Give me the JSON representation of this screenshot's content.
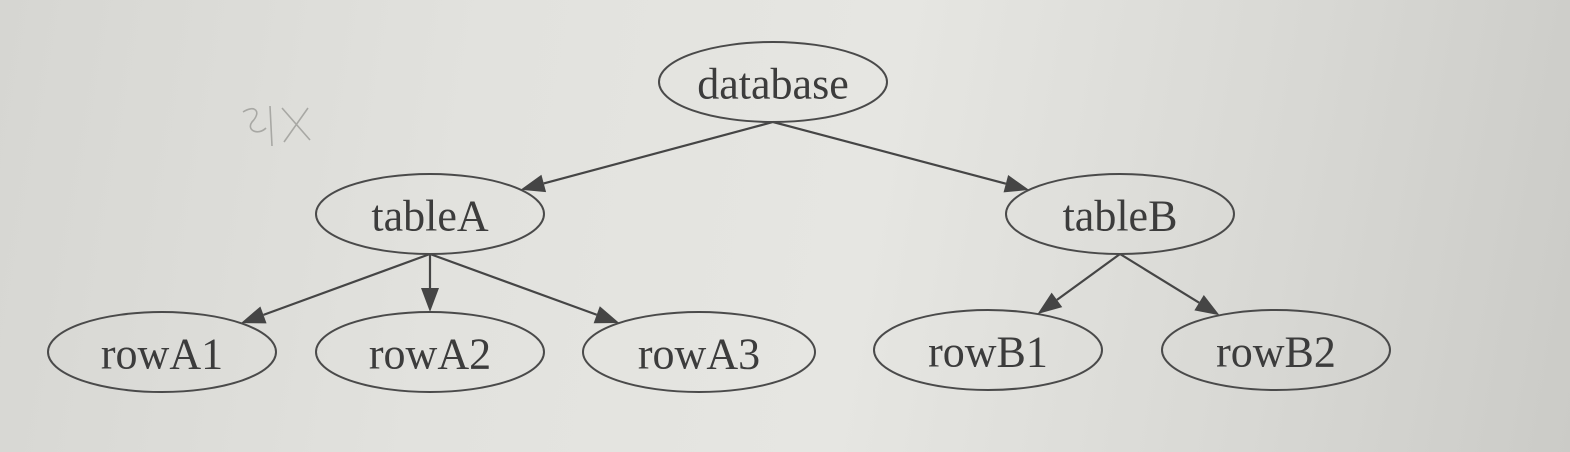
{
  "diagram": {
    "type": "tree",
    "nodes": [
      {
        "id": "database",
        "label": "database"
      },
      {
        "id": "tableA",
        "label": "tableA"
      },
      {
        "id": "tableB",
        "label": "tableB"
      },
      {
        "id": "rowA1",
        "label": "rowA1"
      },
      {
        "id": "rowA2",
        "label": "rowA2"
      },
      {
        "id": "rowA3",
        "label": "rowA3"
      },
      {
        "id": "rowB1",
        "label": "rowB1"
      },
      {
        "id": "rowB2",
        "label": "rowB2"
      }
    ],
    "edges": [
      {
        "from": "database",
        "to": "tableA"
      },
      {
        "from": "database",
        "to": "tableB"
      },
      {
        "from": "tableA",
        "to": "rowA1"
      },
      {
        "from": "tableA",
        "to": "rowA2"
      },
      {
        "from": "tableA",
        "to": "rowA3"
      },
      {
        "from": "tableB",
        "to": "rowB1"
      },
      {
        "from": "tableB",
        "to": "rowB2"
      }
    ],
    "colors": {
      "stroke": "#4a4a4a",
      "text": "#3c3c3c",
      "arrow": "#454545"
    }
  }
}
